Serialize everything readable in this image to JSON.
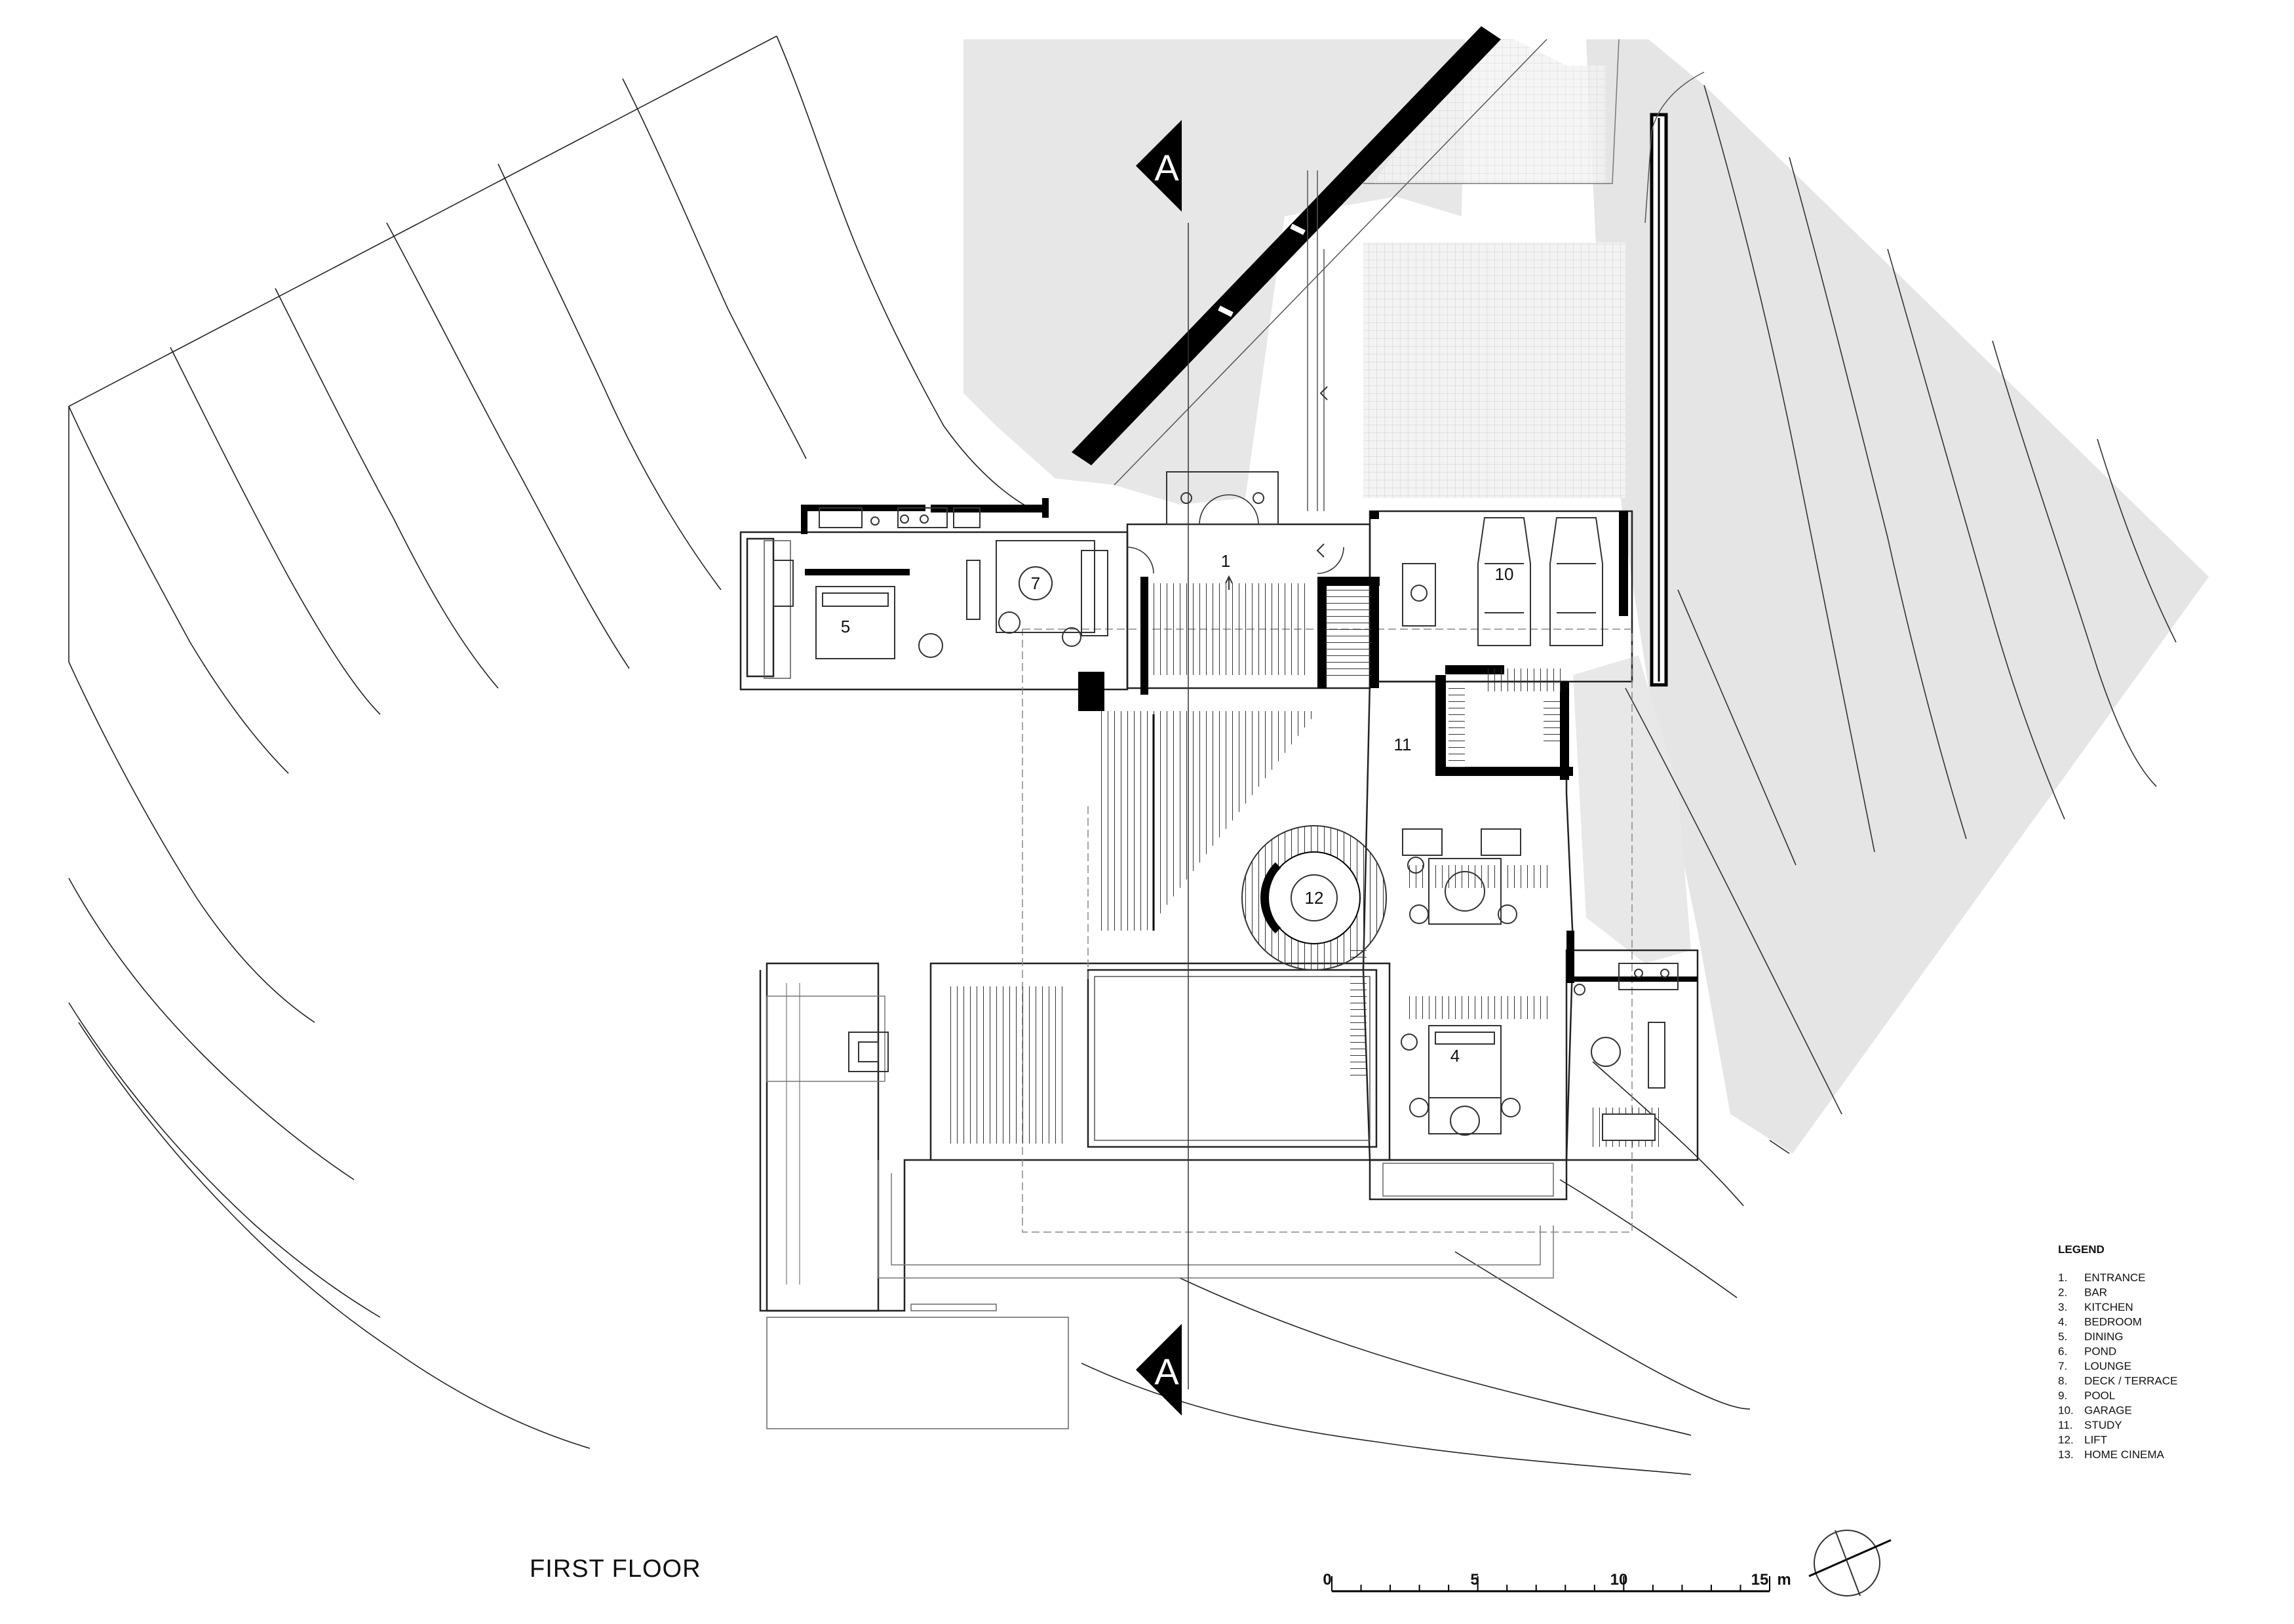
{
  "title": "FIRST FLOOR",
  "section_marker": "A",
  "room_numbers": {
    "entrance": "1",
    "bedroom_east": "4",
    "bedroom_west": "5",
    "lounge": "7",
    "garage": "10",
    "study": "11",
    "lift": "12"
  },
  "legend": {
    "heading": "LEGEND",
    "items": [
      {
        "num": "1.",
        "label": "ENTRANCE"
      },
      {
        "num": "2.",
        "label": "BAR"
      },
      {
        "num": "3.",
        "label": "KITCHEN"
      },
      {
        "num": "4.",
        "label": "BEDROOM"
      },
      {
        "num": "5.",
        "label": "DINING"
      },
      {
        "num": "6.",
        "label": "POND"
      },
      {
        "num": "7.",
        "label": "LOUNGE"
      },
      {
        "num": "8.",
        "label": "DECK / TERRACE"
      },
      {
        "num": "9.",
        "label": "POOL"
      },
      {
        "num": "10.",
        "label": "GARAGE"
      },
      {
        "num": "11.",
        "label": "STUDY"
      },
      {
        "num": "12.",
        "label": "LIFT"
      },
      {
        "num": "13.",
        "label": "HOME CINEMA"
      }
    ]
  },
  "scale_bar": {
    "ticks": [
      "0",
      "5",
      "10",
      "15"
    ],
    "unit": "m"
  },
  "colors": {
    "wall": "#000000",
    "line": "#333333",
    "site_fill": "#e6e6e6",
    "paving": "#f1f1f1"
  },
  "icons": [
    "north-arrow-icon",
    "section-marker-icon"
  ]
}
